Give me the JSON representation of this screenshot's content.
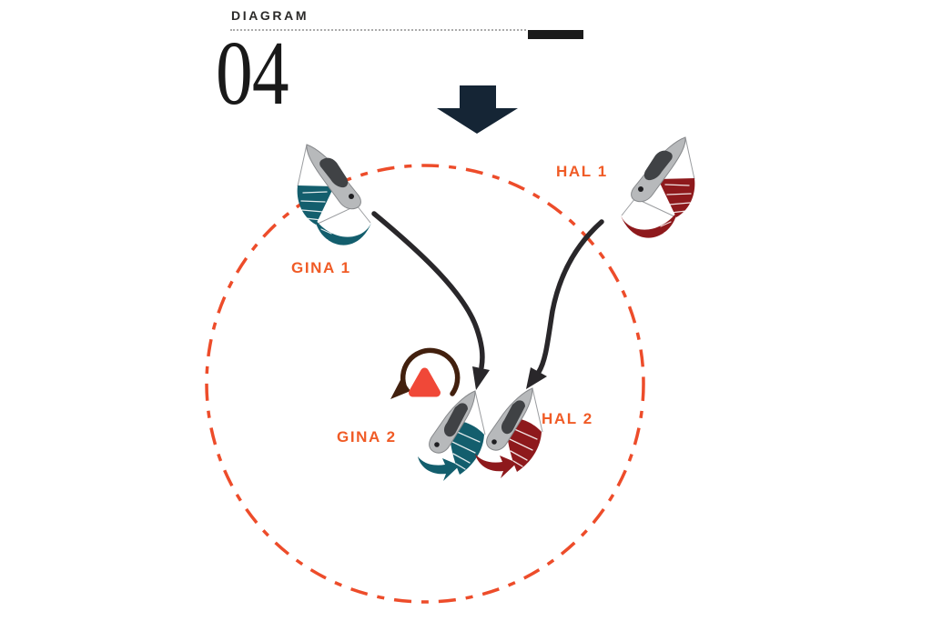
{
  "header": {
    "eyebrow": "DIAGRAM",
    "number": "04"
  },
  "boats": {
    "gina1": {
      "label": "GINA 1"
    },
    "hal1": {
      "label": "HAL 1"
    },
    "gina2": {
      "label": "GINA 2"
    },
    "hal2": {
      "label": "HAL 2"
    }
  },
  "icons": {
    "wind_arrow": "chunky-down-arrow",
    "zone_circle": "dashed-circle",
    "mark": "rounded-triangle-buoy",
    "rounding_arrow": "counterclockwise-arc-arrow",
    "boat_tracks": "curved-black-arrows",
    "douse_arrows": "small-curved-sail-arrows"
  },
  "colors": {
    "orange": "#f05b26",
    "zone": "#ed4c2a",
    "mark": "#f04838",
    "teal": "#135e6d",
    "red": "#8e191c",
    "navy": "#152535",
    "brown": "#42200e",
    "ink": "#29272a"
  }
}
